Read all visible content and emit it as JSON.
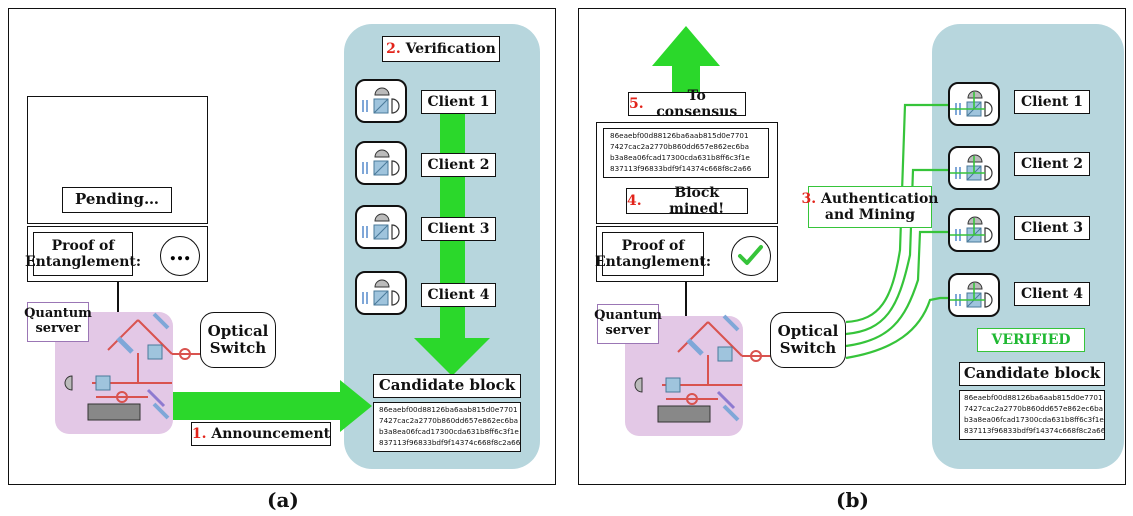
{
  "panel_a": {
    "caption": "(a)",
    "verification_number": "2.",
    "verification_text": "Verification",
    "clients": [
      "Client 1",
      "Client 2",
      "Client 3",
      "Client 4"
    ],
    "pending": "Pending…",
    "proof_line1": "Proof of",
    "proof_line2": "Entanglement:",
    "ellipsis": "…",
    "quantum_server_line1": "Quantum",
    "quantum_server_line2": "server",
    "optical_switch_line1": "Optical",
    "optical_switch_line2": "Switch",
    "candidate_block": "Candidate block",
    "block_hash": "86eaebf00d88126ba6aab815d0e7701\n7427cac2a2770b860dd657e862ec6ba\nb3a8ea06fcad17300cda631b8ff6c3f1e\n837113f96833bdf9f14374c668f8c2a66",
    "announcement_number": "1.",
    "announcement_text": "Announcement"
  },
  "panel_b": {
    "caption": "(b)",
    "consensus_number": "5.",
    "consensus_text": "To consensus",
    "mined_hash": "86eaebf00d88126ba6aab815d0e7701\n7427cac2a2770b860dd657e862ec6ba\nb3a8ea06fcad17300cda631b8ff6c3f1e\n837113f96833bdf9f14374c668f8c2a66",
    "mined_number": "4.",
    "mined_text": "Block mined!",
    "proof_line1": "Proof of",
    "proof_line2": "Entanglement:",
    "quantum_server_line1": "Quantum",
    "quantum_server_line2": "server",
    "optical_switch_line1": "Optical",
    "optical_switch_line2": "Switch",
    "auth_number": "3.",
    "auth_text_line1": "Authentication",
    "auth_text_line2": "and Mining",
    "clients": [
      "Client 1",
      "Client 2",
      "Client 3",
      "Client 4"
    ],
    "verified": "VERIFIED",
    "candidate_block": "Candidate block",
    "block_hash": "86eaebf00d88126ba6aab815d0e7701\n7427cac2a2770b860dd657e862ec6ba\nb3a8ea06fcad17300cda631b8ff6c3f1e\n837113f96833bdf9f14374c668f8c2a66"
  },
  "colors": {
    "arrow_green": "#2bd82b",
    "region_blue": "#b7d6dd",
    "server_pink": "#e3c8e6",
    "server_border": "#9b76b5",
    "laser_red": "#d9534f",
    "accent_red": "#e2231a",
    "verified_green": "#1fb832",
    "link_green": "#36c43a"
  }
}
